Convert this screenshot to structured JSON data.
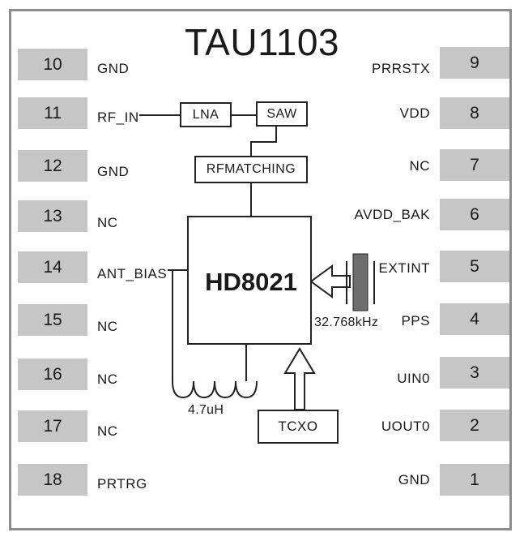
{
  "title": "TAU1103",
  "pins_left": [
    {
      "num": "10",
      "label": "GND"
    },
    {
      "num": "11",
      "label": "RF_IN"
    },
    {
      "num": "12",
      "label": "GND"
    },
    {
      "num": "13",
      "label": "NC"
    },
    {
      "num": "14",
      "label": "ANT_BIAS"
    },
    {
      "num": "15",
      "label": "NC"
    },
    {
      "num": "16",
      "label": "NC"
    },
    {
      "num": "17",
      "label": "NC"
    },
    {
      "num": "18",
      "label": "PRTRG"
    }
  ],
  "pins_right": [
    {
      "num": "9",
      "label": "PRRSTX"
    },
    {
      "num": "8",
      "label": "VDD"
    },
    {
      "num": "7",
      "label": "NC"
    },
    {
      "num": "6",
      "label": "AVDD_BAK"
    },
    {
      "num": "5",
      "label": "EXTINT"
    },
    {
      "num": "4",
      "label": "PPS"
    },
    {
      "num": "3",
      "label": "UIN0"
    },
    {
      "num": "2",
      "label": "UOUT0"
    },
    {
      "num": "1",
      "label": "GND"
    }
  ],
  "blocks": {
    "lna": "LNA",
    "saw": "SAW",
    "rf_matching": "RFMATCHING",
    "chip": "HD8021",
    "tcxo": "TCXO"
  },
  "captions": {
    "inductor": "4.7uH",
    "crystal": "32.768kHz"
  },
  "colors": {
    "frame": "#8c8c8c",
    "pad": "#c6c6c6",
    "crystal": "#6e6e6e",
    "line": "#222222"
  }
}
